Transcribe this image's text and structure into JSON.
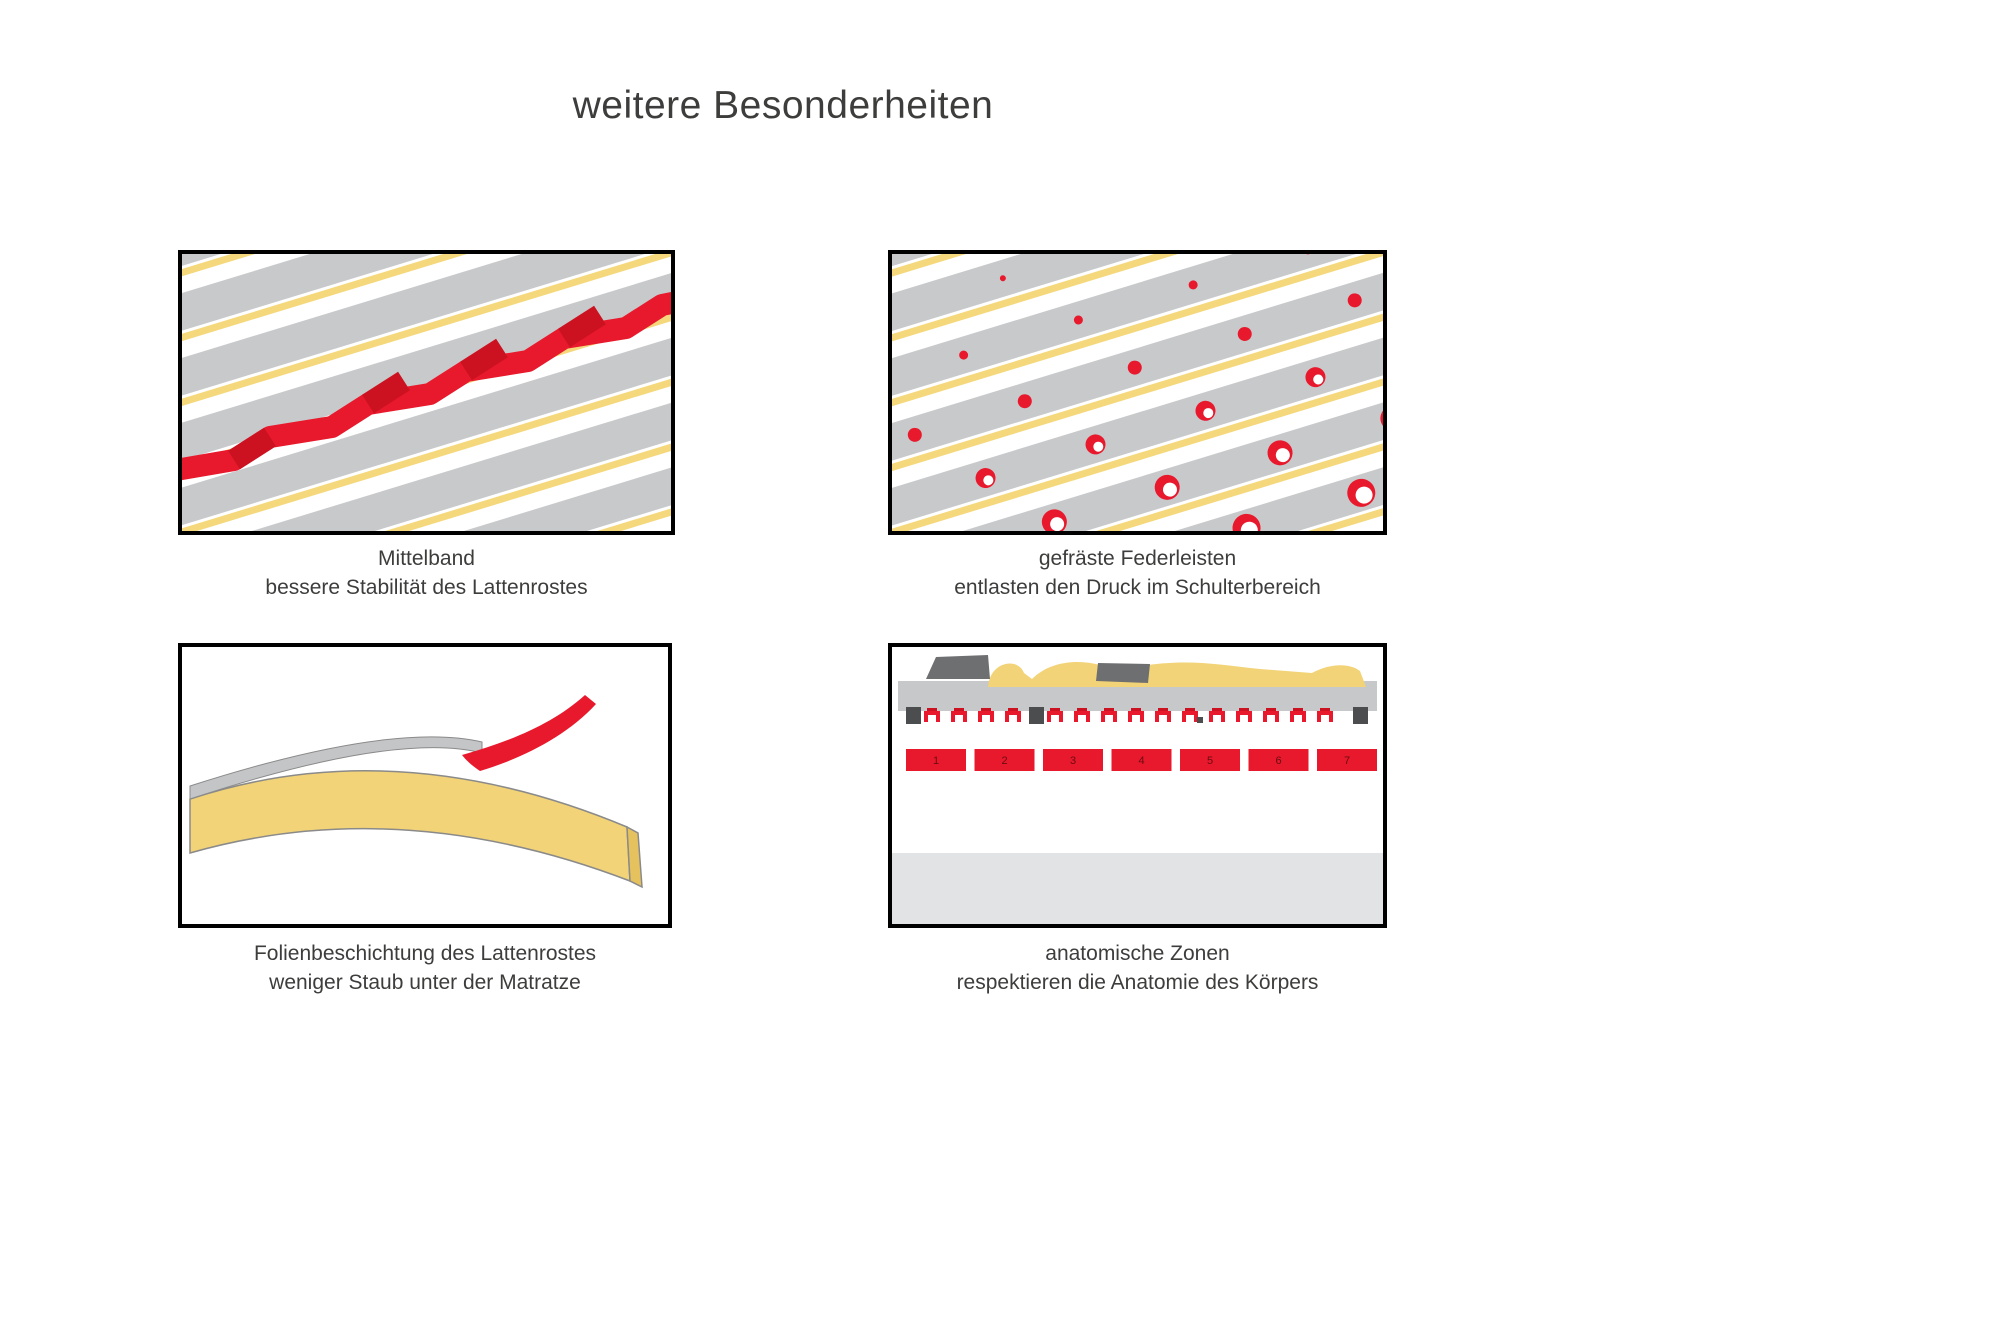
{
  "page": {
    "title": "weitere Besonderheiten"
  },
  "colors": {
    "slat_gray": "#c8c9cb",
    "slat_yellow": "#f4d87b",
    "accent_red": "#e8192c",
    "accent_red_dark": "#cc1220",
    "dark_gray": "#4c4d4f",
    "light_gray": "#e2e3e4",
    "text": "#3d3d3c",
    "frame_border": "#000000"
  },
  "panels": [
    {
      "id": "mittelband",
      "caption_line1": "Mittelband",
      "caption_line2": "bessere Stabilität des Lattenrostes"
    },
    {
      "id": "gefraeste-federleisten",
      "caption_line1": "gefräste Federleisten",
      "caption_line2": "entlasten den Druck im Schulterbereich"
    },
    {
      "id": "folienbeschichtung",
      "caption_line1": "Folienbeschichtung des Lattenrostes",
      "caption_line2": "weniger Staub unter der Matratze"
    },
    {
      "id": "anatomische-zonen",
      "caption_line1": "anatomische Zonen",
      "caption_line2": "respektieren die Anatomie des Körpers",
      "zone_numbers": [
        "1",
        "2",
        "3",
        "4",
        "5",
        "6",
        "7"
      ]
    }
  ]
}
